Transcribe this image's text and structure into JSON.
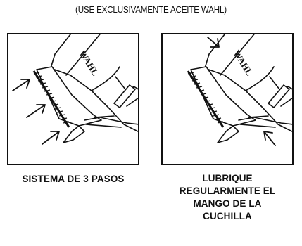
{
  "header": {
    "note": "(USE EXCLUSIVAMENTE ACEITE WAHL)"
  },
  "panels": [
    {
      "brand": "WAHL",
      "caption_lines": [
        "SISTEMA DE 3 PASOS"
      ]
    },
    {
      "brand": "WAHL",
      "caption_lines": [
        "LUBRIQUE",
        "REGULARMENTE EL",
        "MANGO DE LA",
        "CUCHILLA"
      ]
    }
  ]
}
